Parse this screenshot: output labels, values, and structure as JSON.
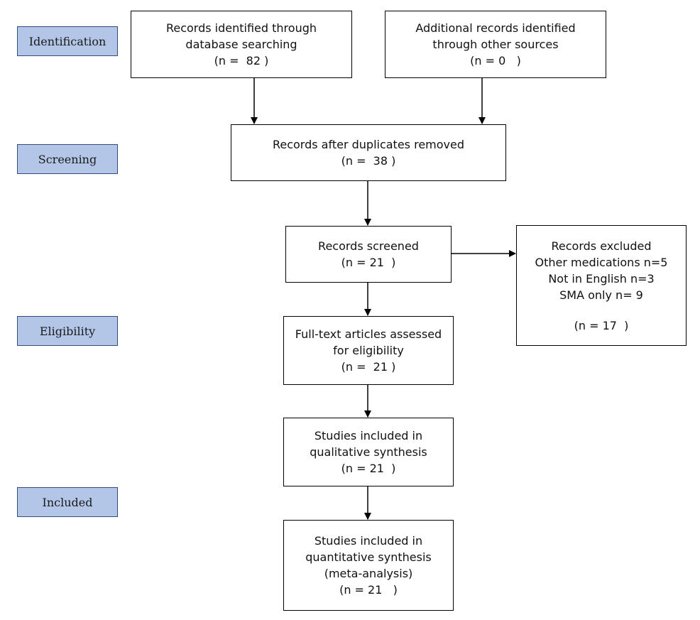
{
  "phases": {
    "identification": "Identification",
    "screening": "Screening",
    "eligibility": "Eligibility",
    "included": "Included"
  },
  "boxes": {
    "database": {
      "line1": "Records identified through",
      "line2": "database searching",
      "line3": "(n =  82 )"
    },
    "other_sources": {
      "line1": "Additional records identified",
      "line2": "through other sources",
      "line3": "(n = 0   )"
    },
    "duplicates": {
      "line1": "Records after duplicates removed",
      "line2": "(n =  38 )"
    },
    "screened": {
      "line1": "Records screened",
      "line2": "(n = 21  )"
    },
    "excluded": {
      "line1": "Records excluded",
      "line2": "Other medications n=5",
      "line3": "Not in English n=3",
      "line4": "SMA only n= 9",
      "line5": "(n = 17  )"
    },
    "fulltext": {
      "line1": "Full-text articles assessed",
      "line2": "for eligibility",
      "line3": "(n =  21 )"
    },
    "qualitative": {
      "line1": "Studies included in",
      "line2": "qualitative synthesis",
      "line3": "(n = 21  )"
    },
    "quantitative": {
      "line1": "Studies included in",
      "line2": "quantitative synthesis",
      "line3": "(meta-analysis)",
      "line4": "(n = 21   )"
    }
  }
}
